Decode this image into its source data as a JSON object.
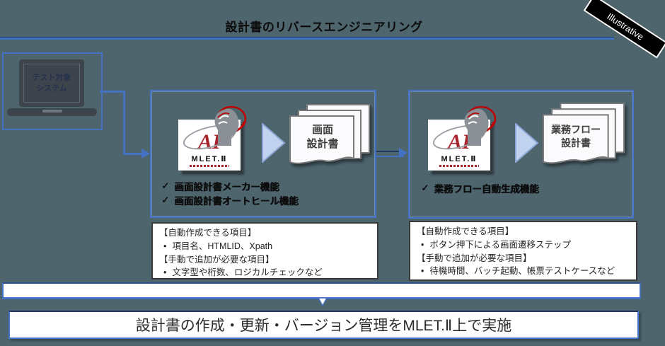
{
  "header": {
    "title": "設計書のリバースエンジニアリング",
    "banner": "Illustrative"
  },
  "icons": {
    "check": "✓",
    "bullet": "•"
  },
  "colors": {
    "accent_blue": "#4472C4",
    "navy": "#1F3864",
    "background": "#4E656E",
    "logo_red": "#A8242D",
    "arrow_fill": "#C1D2EE"
  },
  "laptop": {
    "label_line1": "テスト対象",
    "label_line2": "システム"
  },
  "mlet": {
    "ai": "AI",
    "name": "MLET.Ⅱ"
  },
  "flow1": {
    "doc_line1": "画面",
    "doc_line2": "設計書",
    "features": [
      "画面設計書メーカー機能",
      "画面設計書オートヒール機能"
    ],
    "note": {
      "heading1": "【自動作成できる項目】",
      "item1": "項目名、HTMLID、Xpath",
      "heading2": "【手動で追加が必要な項目】",
      "item2": "文字型や桁数、ロジカルチェックなど"
    }
  },
  "flow2": {
    "doc_line1": "業務フロー",
    "doc_line2": "設計書",
    "features": [
      "業務フロー自動生成機能"
    ],
    "note": {
      "heading1": "【自動作成できる項目】",
      "item1": "ボタン押下による画面遷移ステップ",
      "heading2": "【手動で追加が必要な項目】",
      "item2": "待機時間、バッチ起動、帳票テストケースなど"
    }
  },
  "summary": {
    "text": "設計書の作成・更新・バージョン管理をMLET.Ⅱ上で実施"
  }
}
